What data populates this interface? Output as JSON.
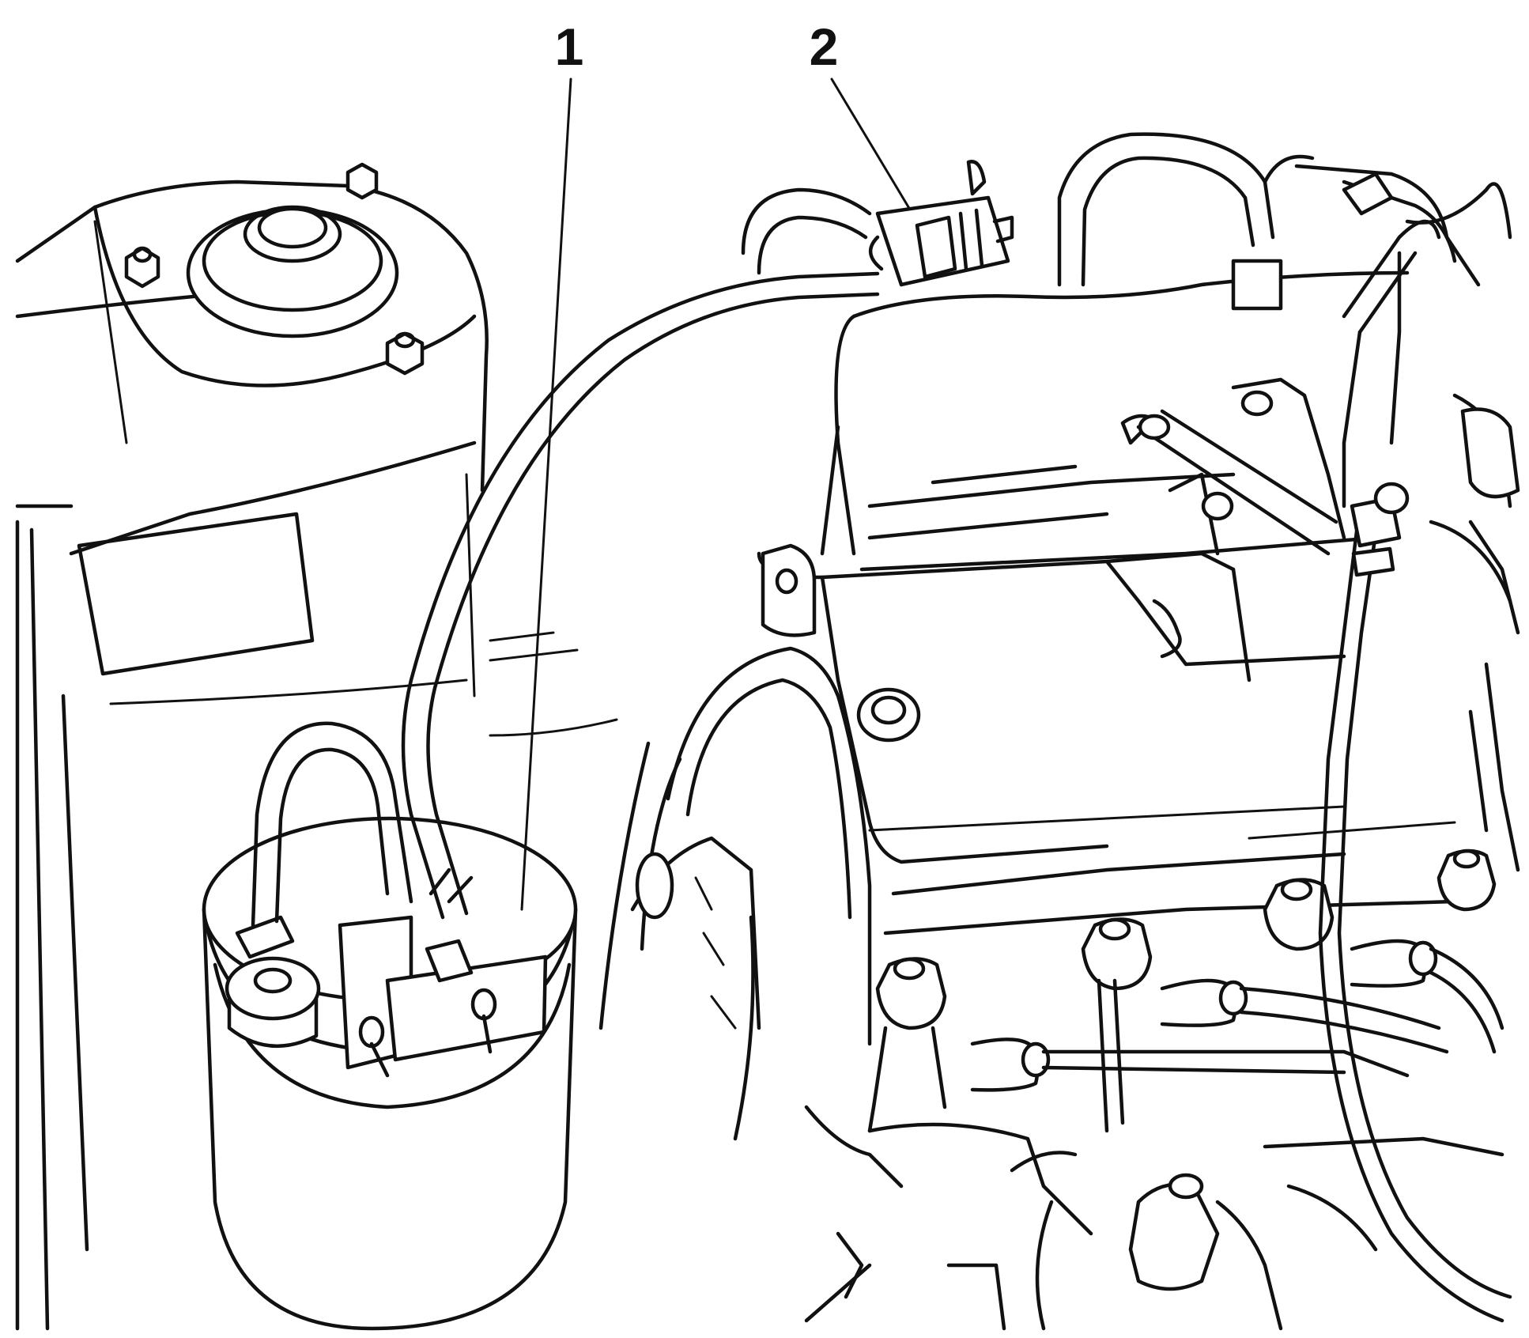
{
  "callouts": [
    {
      "id": "1",
      "label": "1"
    },
    {
      "id": "2",
      "label": "2"
    }
  ],
  "parts": {
    "canister": "fuel-vapour-canister",
    "valve": "purge-solenoid-valve"
  }
}
